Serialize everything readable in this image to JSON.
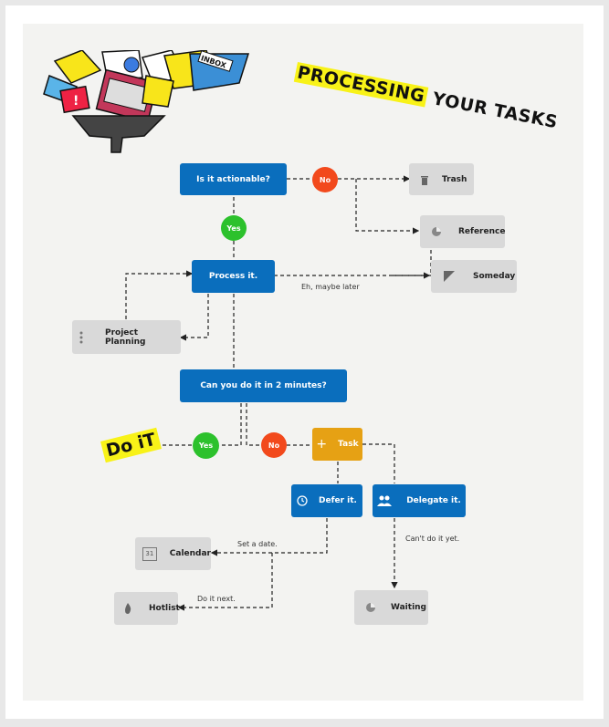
{
  "title": {
    "highlight": "PROCESSING",
    "rest": " YOUR TASKS"
  },
  "nodes": {
    "actionable": "Is it actionable?",
    "trash": "Trash",
    "reference": "Reference",
    "someday": "Someday",
    "process": "Process it.",
    "project_planning": "Project Planning",
    "two_minutes": "Can you do it in 2 minutes?",
    "task": "Task",
    "defer": "Defer it.",
    "delegate": "Delegate it.",
    "calendar": "Calendar",
    "calendar_day": "31",
    "hotlist": "Hotlist",
    "waiting": "Waiting"
  },
  "decisions": {
    "yes": "Yes",
    "no": "No",
    "yes2": "Yes",
    "no2": "No"
  },
  "edge_labels": {
    "maybe_later": "Eh, maybe later",
    "set_date": "Set a date.",
    "do_next": "Do it next.",
    "cant_do": "Can't do it yet."
  },
  "do_it": "Do iT",
  "inbox_label": "INBOX",
  "colors": {
    "blue": "#0a6ebd",
    "gray": "#d9d9d9",
    "green": "#2cc12c",
    "red": "#f2491c",
    "orange": "#e6a114",
    "highlight": "#f8f218"
  }
}
